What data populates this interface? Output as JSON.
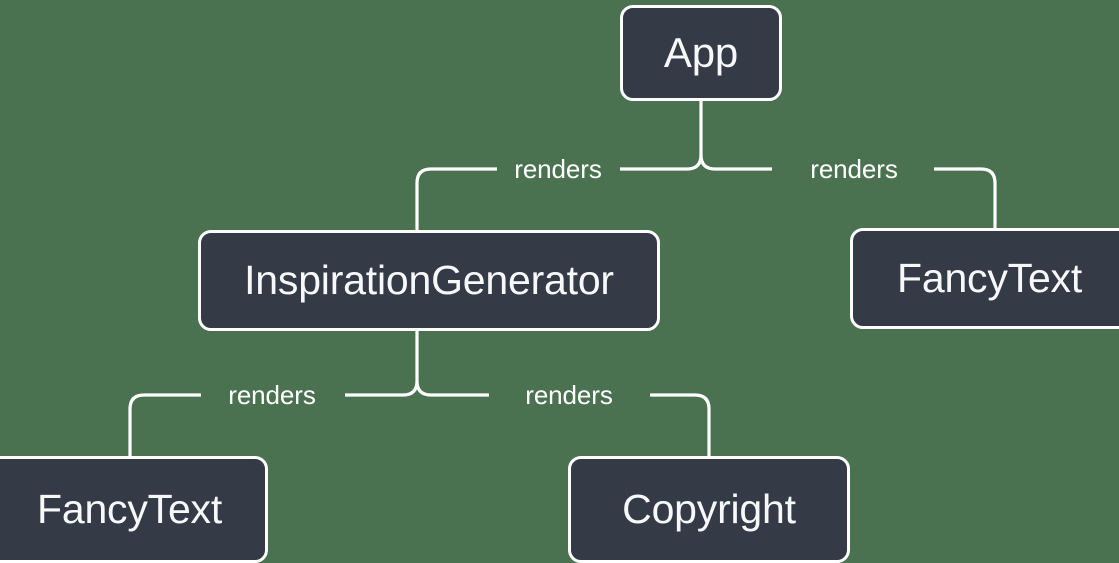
{
  "diagram": {
    "type": "component-tree",
    "background_color": "#4a7250",
    "node_fill_color": "#343a46",
    "node_border_color": "#ffffff",
    "text_color": "#f7f8f9",
    "nodes": [
      {
        "id": "app",
        "label": "App"
      },
      {
        "id": "inspiration_generator",
        "label": "InspirationGenerator"
      },
      {
        "id": "fancytext_right",
        "label": "FancyText"
      },
      {
        "id": "fancytext_bottom",
        "label": "FancyText"
      },
      {
        "id": "copyright",
        "label": "Copyright"
      }
    ],
    "edges": [
      {
        "id": "app-inspiration",
        "from": "app",
        "to": "inspiration_generator",
        "label": "renders"
      },
      {
        "id": "app-fancytext",
        "from": "app",
        "to": "fancytext_right",
        "label": "renders"
      },
      {
        "id": "ig-fancytext",
        "from": "inspiration_generator",
        "to": "fancytext_bottom",
        "label": "renders"
      },
      {
        "id": "ig-copyright",
        "from": "inspiration_generator",
        "to": "copyright",
        "label": "renders"
      }
    ]
  }
}
